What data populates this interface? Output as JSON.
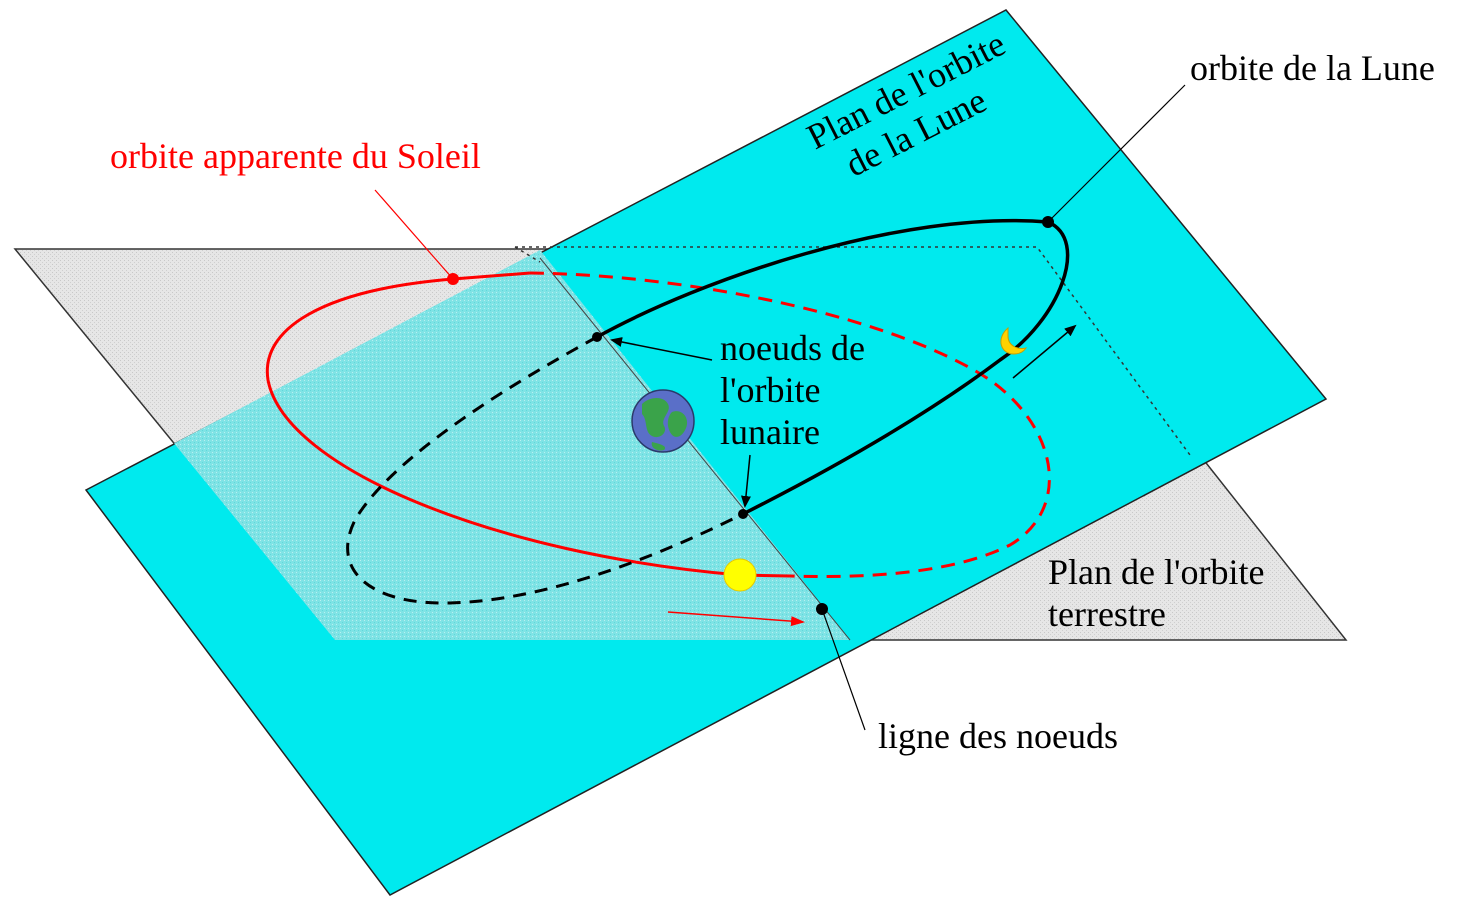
{
  "labels": {
    "lunar_plane": [
      "Plan de l'orbite",
      "de la Lune"
    ],
    "moon_orbit": "orbite de la Lune",
    "sun_orbit": "orbite apparente du Soleil",
    "nodes": [
      "noeuds de",
      "l'orbite",
      "lunaire"
    ],
    "earth_plane": [
      "Plan de l'orbite",
      "terrestre"
    ],
    "line_of_nodes": "ligne des noeuds"
  },
  "colors": {
    "lunar_plane": "#00eaee",
    "earth_plane": "#e3e3e3",
    "overlap": "#86e4e6",
    "sun_orbit": "#ff0000",
    "moon_orbit": "#000000",
    "sun": "#ffff00",
    "moon": "#ffd200",
    "earth_land": "#3aa34a",
    "earth_ocean": "#5a6fc8"
  },
  "icons": {
    "earth": "earth-icon",
    "sun": "sun-icon",
    "moon": "crescent-moon-icon"
  }
}
